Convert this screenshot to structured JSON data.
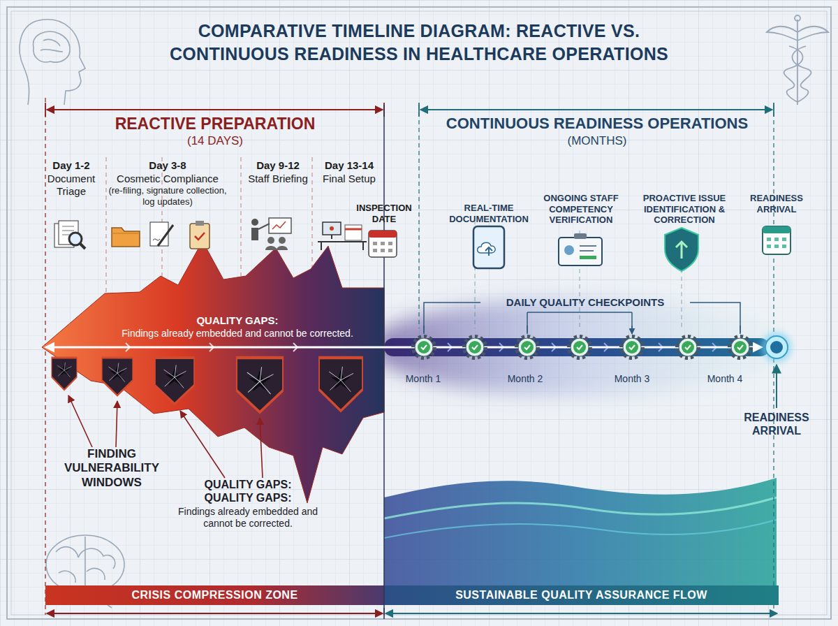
{
  "diagram": {
    "title": "COMPARATIVE TIMELINE DIAGRAM: REACTIVE VS. CONTINUOUS READINESS IN HEALTHCARE OPERATIONS",
    "nodes": [
      {
        "text": [
          "QUALITY GAPS:",
          "Findings already embedded and cannot be corrected."
        ]
      },
      {
        "text": [
          "CRISIS COMPRESSION ZONE"
        ]
      },
      {
        "text": [
          "SUSTAINABLE QUALITY ASSURANCE FLOW"
        ]
      }
    ],
    "labels": [
      "REACTIVE PREPARATION",
      "(14 DAYS)",
      "CONTINUOUS READINESS OPERATIONS",
      "(MONTHS)",
      "Day 1-2",
      "Document Triage",
      "Day 3-8",
      "Cosmetic Compliance",
      "(re-filing, signature collection, log updates)",
      "Day 9-12",
      "Staff Briefing",
      "Day 13-14",
      "Final Setup",
      "INSPECTION DATE",
      "REAL-TIME DOCUMENTATION",
      "ONGOING STAFF COMPETENCY VERIFICATION",
      "PROACTIVE ISSUE IDENTIFICATION & CORRECTION",
      "READINESS ARRIVAL",
      "DAILY QUALITY CHECKPOINTS",
      "Month 1",
      "Month 2",
      "Month 3",
      "Month 4",
      "FINDING VULNERABILITY WINDOWS",
      "QUALITY GAPS: QUALITY GAPS:",
      "Findings already embedded and cannot be corrected.",
      "READINESS ARRIVAL"
    ]
  }
}
